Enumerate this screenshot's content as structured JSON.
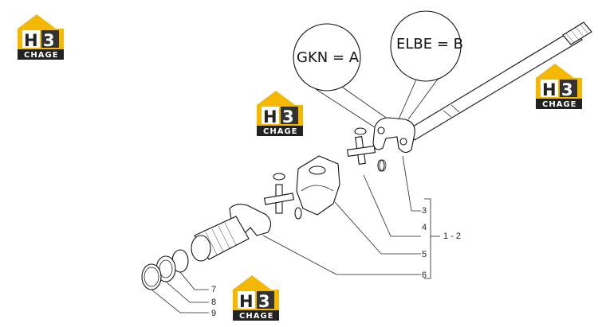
{
  "callouts": {
    "gkn": "GKN = A",
    "elbe": "ELBE = B"
  },
  "labels": {
    "p3": "3",
    "p4": "4",
    "p5": "5",
    "p6": "6",
    "p7": "7",
    "p8": "8",
    "p9": "9",
    "group": "1 - 2"
  },
  "watermark": {
    "letter": "H",
    "digit": "3",
    "brand": "CHAGE",
    "colors": {
      "accent": "#F5B800",
      "dark": "#222222"
    }
  }
}
